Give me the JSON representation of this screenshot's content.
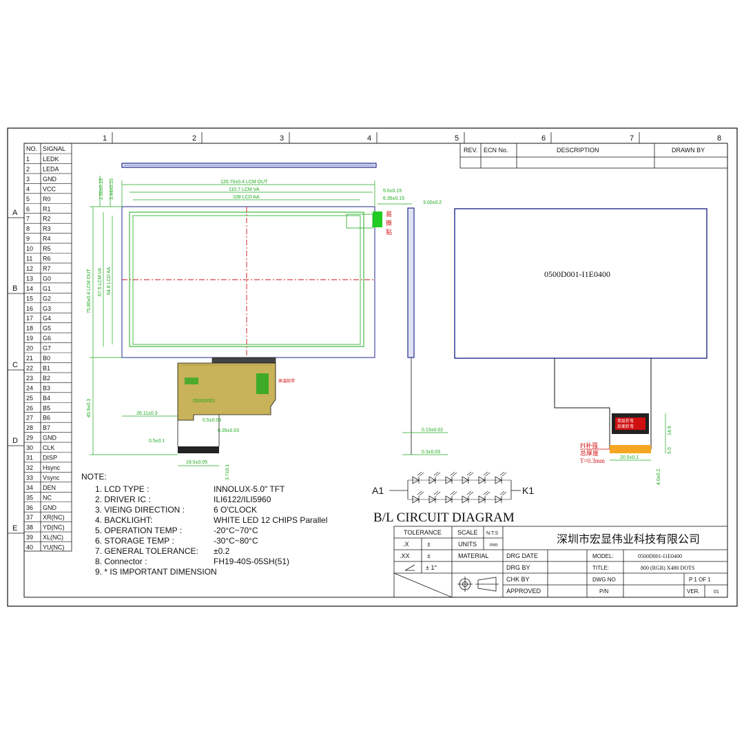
{
  "grid_columns": [
    "1",
    "2",
    "3",
    "4",
    "5",
    "6",
    "7",
    "8"
  ],
  "grid_rows": [
    "A",
    "B",
    "C",
    "D",
    "E"
  ],
  "pin_table": {
    "header": {
      "no": "NO.",
      "signal": "SIGNAL"
    },
    "rows": [
      {
        "no": "1",
        "signal": "LEDK"
      },
      {
        "no": "2",
        "signal": "LEDA"
      },
      {
        "no": "3",
        "signal": "GND"
      },
      {
        "no": "4",
        "signal": "VCC"
      },
      {
        "no": "5",
        "signal": "R0"
      },
      {
        "no": "6",
        "signal": "R1"
      },
      {
        "no": "7",
        "signal": "R2"
      },
      {
        "no": "8",
        "signal": "R3"
      },
      {
        "no": "9",
        "signal": "R4"
      },
      {
        "no": "10",
        "signal": "R5"
      },
      {
        "no": "11",
        "signal": "R6"
      },
      {
        "no": "12",
        "signal": "R7"
      },
      {
        "no": "13",
        "signal": "G0"
      },
      {
        "no": "14",
        "signal": "G1"
      },
      {
        "no": "15",
        "signal": "G2"
      },
      {
        "no": "16",
        "signal": "G3"
      },
      {
        "no": "17",
        "signal": "G4"
      },
      {
        "no": "18",
        "signal": "G5"
      },
      {
        "no": "19",
        "signal": "G6"
      },
      {
        "no": "20",
        "signal": "G7"
      },
      {
        "no": "21",
        "signal": "B0"
      },
      {
        "no": "22",
        "signal": "B1"
      },
      {
        "no": "23",
        "signal": "B2"
      },
      {
        "no": "24",
        "signal": "B3"
      },
      {
        "no": "25",
        "signal": "B4"
      },
      {
        "no": "26",
        "signal": "B5"
      },
      {
        "no": "27",
        "signal": "B6"
      },
      {
        "no": "28",
        "signal": "B7"
      },
      {
        "no": "29",
        "signal": "GND"
      },
      {
        "no": "30",
        "signal": "CLK"
      },
      {
        "no": "31",
        "signal": "DISP"
      },
      {
        "no": "32",
        "signal": "Hsync"
      },
      {
        "no": "33",
        "signal": "Vsync"
      },
      {
        "no": "34",
        "signal": "DEN"
      },
      {
        "no": "35",
        "signal": "NC"
      },
      {
        "no": "36",
        "signal": "GND"
      },
      {
        "no": "37",
        "signal": "XR(NC)"
      },
      {
        "no": "38",
        "signal": "YD(NC)"
      },
      {
        "no": "39",
        "signal": "XL(NC)"
      },
      {
        "no": "40",
        "signal": "YU(NC)"
      }
    ]
  },
  "revision_table": {
    "rev": "REV.",
    "ecn": "ECN No.",
    "description": "DESCRIPTION",
    "drawn_by": "DRAWN BY"
  },
  "dimensions": {
    "lcm_out_w": "120.70±0.4 LCM OUT",
    "lcm_va_w": "110.7 LCM VA",
    "lcd_aa_w": "108 LCD AA",
    "d_2_50": "2.50±0.15",
    "d_3_44": "3.44±0.15",
    "d_5_0": "5.0±0.15",
    "d_6_35": "6.35±0.15",
    "d_3_00": "3.00±0.2",
    "lcm_out_h": "75.80±0.4 LCM OUT",
    "lcm_va_h": "67.5 LCM VA",
    "lcd_aa_h": "64.8 LCD AA",
    "d_45_9": "45.9±0.3",
    "d_26_11": "26.11±0.3",
    "d_0_5a": "0.5±0.03",
    "d_0_35": "0.35±0.03",
    "d_0_5b": "0.5±0.1",
    "d_19_5": "19.5±0.05",
    "d_3_7": "3.7±0.1",
    "d_0_13": "0.13±0.02",
    "d_0_3": "0.3±0.03",
    "d_14_9": "14.9",
    "d_5_0b": "5.0",
    "d_20_5": "20.5±0.1",
    "d_4_0": "4.0±0.2"
  },
  "labels": {
    "easy_tear": [
      "易",
      "撕",
      "贴"
    ],
    "fpc_note": "高温胶带",
    "model_back": "0500D001-I1E0400",
    "fpc_small": "0500D001",
    "pi_note": [
      "PI补强",
      "总厚度",
      "T=0.3mm"
    ],
    "back_label": [
      "单层折弯",
      "反面折弯"
    ]
  },
  "notes": {
    "heading": "NOTE:",
    "items": [
      {
        "label": "1.  LCD TYPE :",
        "value": "INNOLUX-5.0\"   TFT"
      },
      {
        "label": "2.  DRIVER IC :",
        "value": "ILI6122/ILI5960"
      },
      {
        "label": "3.  VIEING DIRECTION :",
        "value": "6  O'CLOCK"
      },
      {
        "label": "4.  BACKLIGHT:",
        "value": "WHITE LED 12 CHIPS Parallel"
      },
      {
        "label": "5.  OPERATION TEMP :",
        "value": "-20°C~70°C"
      },
      {
        "label": "6.  STORAGE TEMP :",
        "value": "-30°C~80°C"
      },
      {
        "label": "7.  GENERAL TOLERANCE:",
        "value": "±0.2"
      },
      {
        "label": "8.  Connector :",
        "value": "FH19-40S-05SH(51)"
      },
      {
        "label": "9.  * IS IMPORTANT DIMENSION",
        "value": ""
      }
    ]
  },
  "circuit": {
    "a1": "A1",
    "k1": "K1",
    "title": "B/L CIRCUIT DIAGRAM"
  },
  "title_block": {
    "tolerance": "TOLERANCE",
    "scale": "SCALE",
    "nts": "N.T.S",
    "units": "UNITS",
    "mm": "mm",
    "material": "MATERIAL",
    "x": ".X",
    "xx": ".XX",
    "pm": "±",
    "angle_tol": "± 1°",
    "company": "深圳市宏显伟业科技有限公司",
    "drg_date": "DRG DATE",
    "drg_by": "DRG BY",
    "chk_by": "CHK BY",
    "approved": "APPROVED",
    "model_label": "MODEL:",
    "model_value": "0500D001-I1E0400",
    "title_label": "TITLE:",
    "title_value": "800 (RGB) X480  DOTS",
    "dwg_no": "DWG NO",
    "pn": "P/N",
    "page": "P  1  OF  1",
    "ver": "VER.",
    "ver_value": "01"
  },
  "colors": {
    "line": "#111111",
    "dim": "#1ba81b",
    "blue": "#1f2a8c",
    "red": "#d01010",
    "fpc": "#c8b25a",
    "orange": "#f5a623"
  }
}
